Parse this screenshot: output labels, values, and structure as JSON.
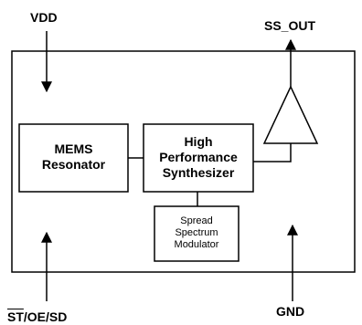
{
  "pins": {
    "vdd": "VDD",
    "ss_out": "SS_OUT",
    "gnd": "GND",
    "st_oe_sd": {
      "overlined": "ST",
      "rest": "/OE/SD"
    }
  },
  "blocks": {
    "mems": {
      "line1": "MEMS",
      "line2": "Resonator"
    },
    "synth": {
      "line1": "High",
      "line2": "Performance",
      "line3": "Synthesizer"
    },
    "ssm": {
      "line1": "Spread",
      "line2": "Spectrum",
      "line3": "Modulator"
    }
  },
  "symbols": {
    "output_buffer": "triangle-buffer-icon"
  },
  "colors": {
    "line": "#000000",
    "background": "#ffffff"
  }
}
